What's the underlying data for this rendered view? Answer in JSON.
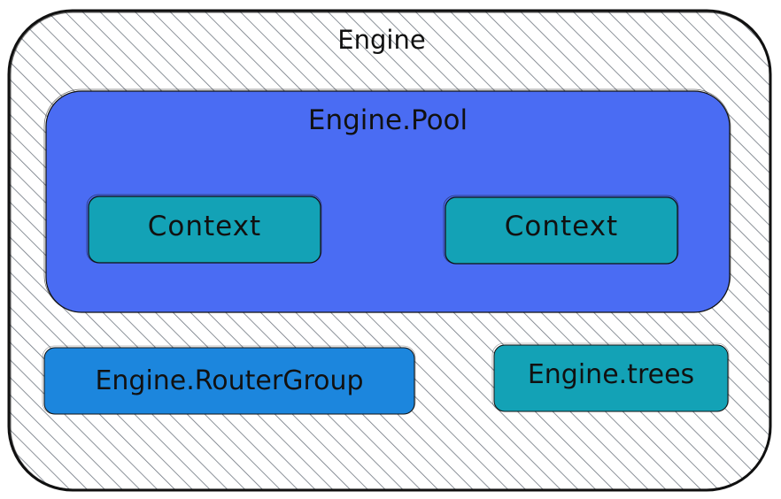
{
  "diagram": {
    "engine": {
      "label": "Engine"
    },
    "pool": {
      "label": "Engine.Pool"
    },
    "contexts": [
      {
        "label": "Context"
      },
      {
        "label": "Context"
      }
    ],
    "router_group": {
      "label": "Engine.RouterGroup"
    },
    "trees": {
      "label": "Engine.trees"
    }
  },
  "colors": {
    "outline": "#111111",
    "hatch": "#6f7680",
    "pool_fill": "#4a6cf3",
    "context_fill": "#13a2b6",
    "router_fill": "#1c86dd",
    "trees_fill": "#13a2b6"
  }
}
